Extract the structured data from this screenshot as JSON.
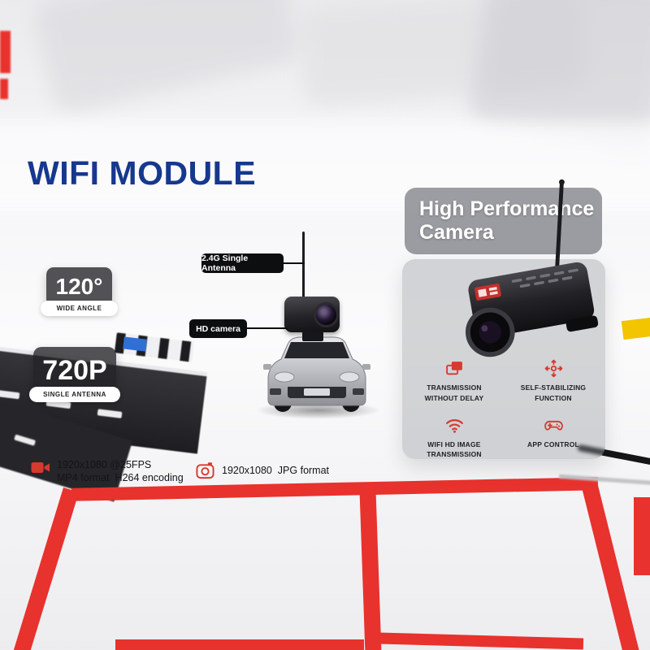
{
  "title": "WIFI MODULE",
  "badges": {
    "angle": {
      "value": "120°",
      "label": "WIDE ANGLE"
    },
    "resolution": {
      "value": "720P",
      "label": "SINGLE ANTENNA"
    }
  },
  "callouts": {
    "antenna": "2.4G Single Antenna",
    "camera": "HD camera"
  },
  "panel": {
    "title": "High Performance\nCamera",
    "features": [
      {
        "icon": "overlap-frames-icon",
        "label": "TRANSMISSION\nWITHOUT DELAY"
      },
      {
        "icon": "gyro-stabilizer-icon",
        "label": "SELF-STABILIZING\nFUNCTION"
      },
      {
        "icon": "wifi-icon",
        "label": "WIFI HD IMAGE\nTRANSMISSION"
      },
      {
        "icon": "gamepad-icon",
        "label": "APP CONTROL"
      }
    ]
  },
  "specs": {
    "video": {
      "line1": "1920x1080 @25FPS",
      "line2": "MP4 format  H264 encoding"
    },
    "photo": {
      "line1": "1920x1080  JPG format"
    }
  },
  "colors": {
    "title_blue": "#16388e",
    "accent_red": "#e8322d",
    "icon_red": "#d6392f"
  }
}
